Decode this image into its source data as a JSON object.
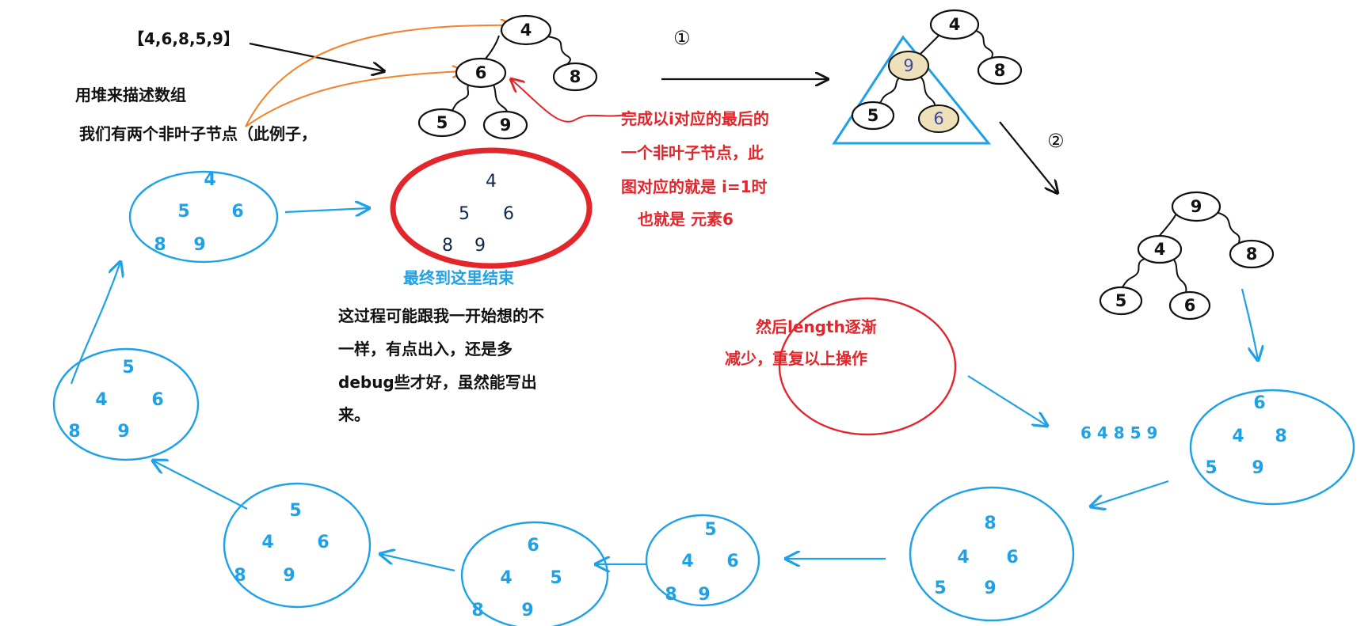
{
  "array_label": "【4,6,8,5,9】",
  "desc_line1": "用堆来描述数组",
  "desc_line2": "我们有两个非叶子节点（此例子，",
  "step1_marker": "①",
  "step2_marker": "②",
  "red_note": [
    "完成以i对应的最后的",
    "一个非叶子节点，此",
    "图对应的就是 i=1时",
    "也就是 元素6"
  ],
  "final_caption": "最终到这里结束",
  "black_note": [
    "这过程可能跟我一开始想的不",
    "一样，有点出入，还是多",
    "debug些才好，虽然能写出",
    "来。"
  ],
  "red_ellipse_note": [
    "然后length逐渐",
    "减少，重复以上操作"
  ],
  "sequence_text": "6 4 8 5 9",
  "tree_initial": {
    "root": "4",
    "left": "6",
    "right": "8",
    "left_left": "5",
    "left_right": "9"
  },
  "tree_step1": {
    "root": "4",
    "left": "9",
    "right": "8",
    "left_left": "5",
    "left_right": "6"
  },
  "tree_step2": {
    "root": "9",
    "left": "4",
    "right": "8",
    "left_left": "5",
    "left_right": "6"
  },
  "heap_states": [
    {
      "top": "6",
      "mid_left": "4",
      "mid_right": "8",
      "bottom_left": "5",
      "bottom_right": "9"
    },
    {
      "top": "8",
      "mid_left": "4",
      "mid_right": "6",
      "bottom_left": "5",
      "bottom_right": "9"
    },
    {
      "top": "5",
      "mid_left": "4",
      "mid_right": "6",
      "bottom_left": "8",
      "bottom_right": "9"
    },
    {
      "top": "6",
      "mid_left": "4",
      "mid_right": "5",
      "bottom_left": "8",
      "bottom_right": "9"
    },
    {
      "top": "5",
      "mid_left": "4",
      "mid_right": "6",
      "bottom_left": "8",
      "bottom_right": "9"
    },
    {
      "top": "5",
      "mid_left": "4",
      "mid_right": "6",
      "bottom_left": "8",
      "bottom_right": "9"
    },
    {
      "top": "4",
      "mid_left": "5",
      "mid_right": "6",
      "bottom_left": "8",
      "bottom_right": "9"
    }
  ],
  "final_state": {
    "top": "4",
    "mid_left": "5",
    "mid_right": "6",
    "bottom_left": "8",
    "bottom_right": "9"
  },
  "colors": {
    "black": "#111111",
    "red": "#e3262b",
    "blue": "#1ea1e6",
    "orange": "#f5822a",
    "highlight": "#eee0b8",
    "triangle": "#1ea1e6"
  }
}
